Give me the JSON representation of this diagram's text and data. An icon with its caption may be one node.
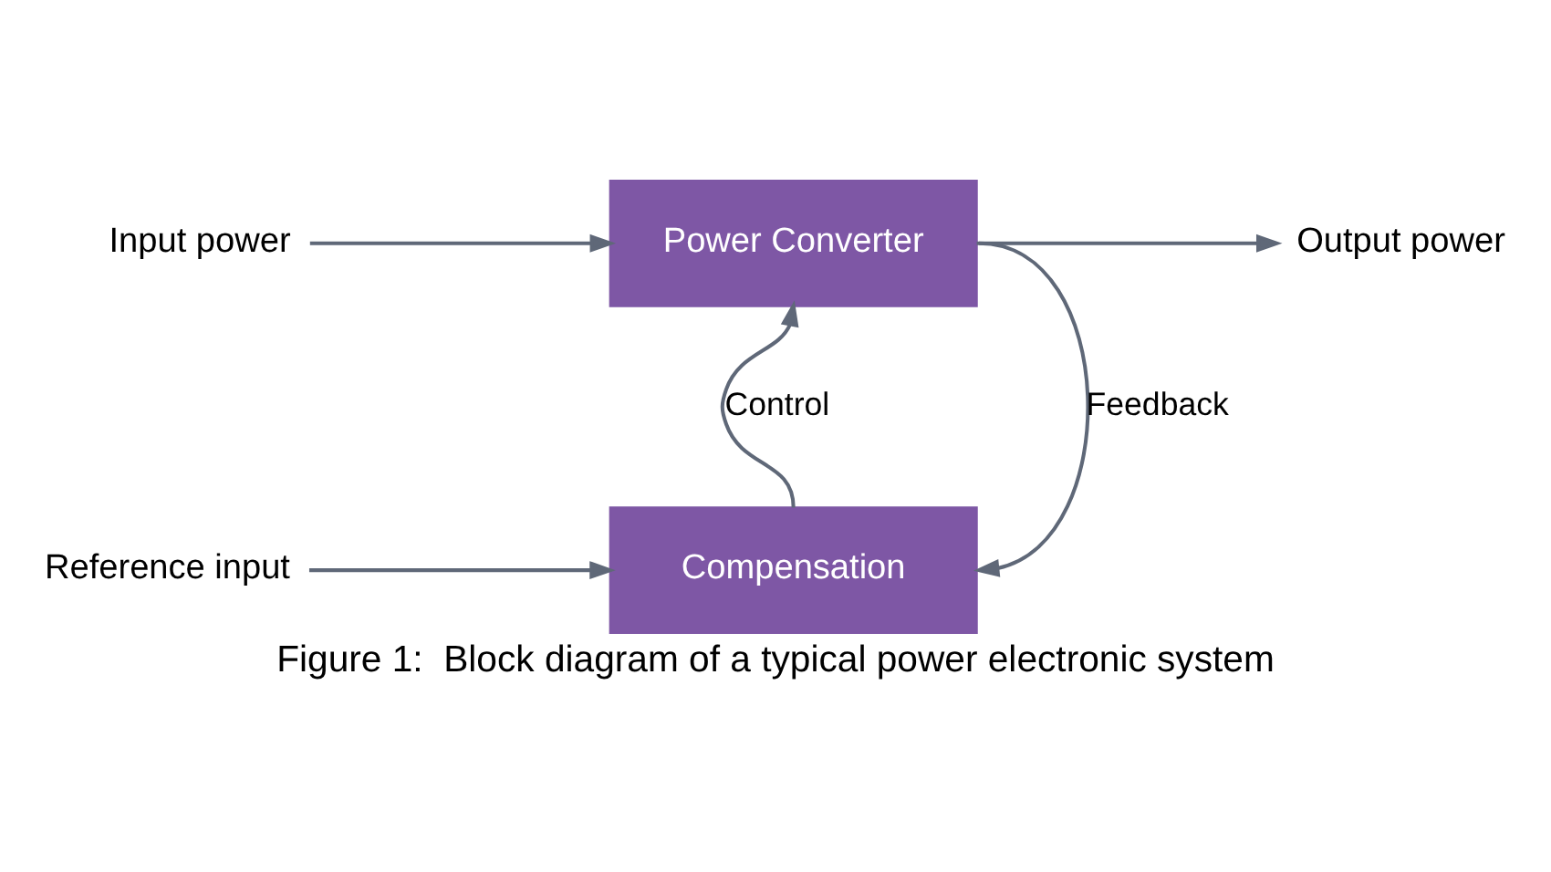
{
  "diagram": {
    "caption": "Figure 1:  Block diagram of a typical power electronic system",
    "nodes": [
      {
        "text": [
          "Input power"
        ]
      },
      {
        "text": [
          "Power Converter"
        ]
      },
      {
        "text": [
          "Output power"
        ]
      },
      {
        "text": [
          "Reference input"
        ]
      },
      {
        "text": [
          "Compensation"
        ]
      }
    ],
    "edges": [
      {
        "from": 0,
        "to": 1,
        "arrow": "to"
      },
      {
        "from": 1,
        "to": 2,
        "arrow": "to"
      },
      {
        "from": 4,
        "to": 1,
        "arrow": "to",
        "label": "Control"
      },
      {
        "from": 1,
        "to": 4,
        "arrow": "to",
        "label": "Feedback"
      },
      {
        "from": 3,
        "to": 4,
        "arrow": "to"
      }
    ]
  }
}
